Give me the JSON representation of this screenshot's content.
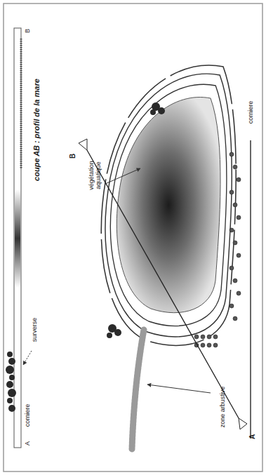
{
  "diagram": {
    "title": "coupe AB : profil de la mare",
    "labels": [
      "corniere",
      "surverse",
      "A",
      "B",
      "végétation aquatique",
      "B",
      "A",
      "zone arbustive",
      "corniere"
    ]
  }
}
